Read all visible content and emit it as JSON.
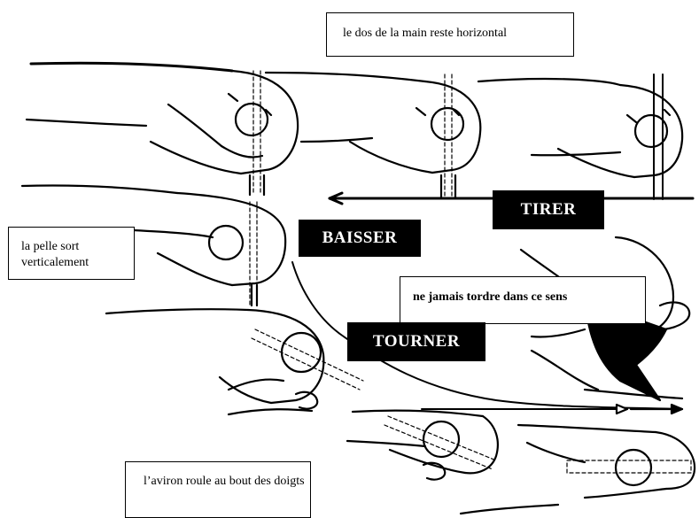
{
  "labels": {
    "top_note": "le dos de la main reste horizontal",
    "left_note": "la pelle sort verticalement",
    "warning_note": "ne  jamais tordre dans ce sens",
    "bottom_note": "l’aviron roule au bout des doigts"
  },
  "actions": {
    "tirer": "TIRER",
    "baisser": "BAISSER",
    "tourner": "TOURNER"
  }
}
